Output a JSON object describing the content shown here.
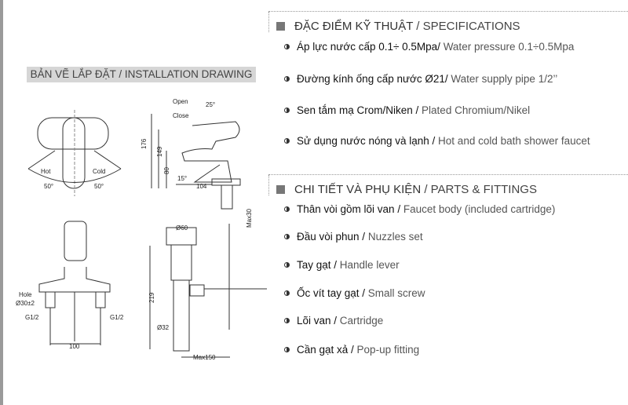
{
  "drawing": {
    "title": "BẢN VẼ LẮP ĐẶT / INSTALLATION DRAWING",
    "labels": {
      "hot": "Hot",
      "cold": "Cold",
      "angle_left": "50°",
      "angle_right": "50°",
      "open": "Open",
      "close": "Close",
      "angle_top": "25°",
      "angle_spout": "15°",
      "dim_176": "176",
      "dim_149": "149",
      "dim_80": "80",
      "dim_104": "104",
      "max30": "Max30",
      "hole": "Hole",
      "hole_dia": "Ø30±2",
      "g_left": "G1/2",
      "g_right": "G1/2",
      "dim_100": "100",
      "dia60": "Ø60",
      "dim_219": "219",
      "dia32": "Ø32",
      "max150": "Max150"
    }
  },
  "specifications": {
    "heading_vi": "ĐẶC ĐIỂM KỸ THUẬT",
    "heading_en": " / SPECIFICATIONS",
    "items": [
      {
        "vi": "Áp lực nước cấp 0.1÷ 0.5Mpa/",
        "en": " Water pressure 0.1÷0.5Mpa"
      },
      {
        "vi": "Đường kính ống cấp nước Ø21/",
        "en": " Water supply pipe 1/2’’"
      },
      {
        "vi": "Sen tắm mạ Crom/Niken /",
        "en": " Plated Chromium/Nikel"
      },
      {
        "vi": "Sử dụng nước nóng và lạnh /",
        "en": " Hot and cold bath shower faucet"
      }
    ]
  },
  "parts": {
    "heading_vi": "CHI TIẾT VÀ PHỤ KIỆN",
    "heading_en": " / PARTS & FITTINGS",
    "items": [
      {
        "vi": "Thân vòi gồm lõi van /",
        "en": " Faucet body (included cartridge)"
      },
      {
        "vi": "Đầu vòi phun /",
        "en": " Nuzzles set"
      },
      {
        "vi": "Tay gạt /",
        "en": " Handle lever"
      },
      {
        "vi": "Ốc vít tay gạt /",
        "en": " Small screw"
      },
      {
        "vi": "Lõi van /",
        "en": " Cartridge"
      },
      {
        "vi": "Cần gạt xả /",
        "en": " Pop-up fitting"
      }
    ]
  }
}
